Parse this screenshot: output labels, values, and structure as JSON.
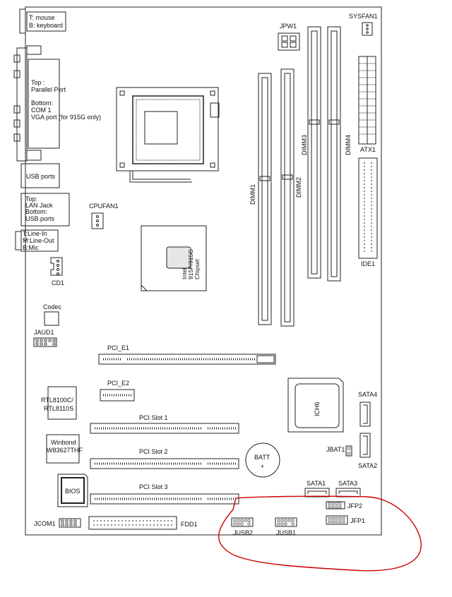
{
  "board_labels": {
    "mouse_keyboard_top": "T: mouse",
    "mouse_keyboard_bottom": "B: keyboard",
    "parallel_top": "Top :",
    "parallel_port": "Parallel Port",
    "parallel_bottom": "Bottom:",
    "com1": "COM 1",
    "vga": "VGA port (for 915G only)",
    "usb_ports": "USB ports",
    "lan_top": "Top:",
    "lan_jack": "LAN Jack",
    "lan_bottom": "Bottom:",
    "lan_usb": "USB ports",
    "audio_in": "T:Line-In",
    "audio_out": "M:Line-Out",
    "audio_mic": "B:Mic",
    "cd1": "CD1",
    "codec": "Codec",
    "jaud1": "JAUD1",
    "rtl_line1": "RTL8100C/",
    "rtl_line2": "RTL8110S",
    "winbond_line1": "Winbond",
    "winbond_line2": "W83627THF",
    "bios": "BIOS",
    "jcom1": "JCOM1",
    "fdd1": "FDD1",
    "cpufan1": "CPUFAN1",
    "chipset_line1": "Intel",
    "chipset_line2": "915P/915G",
    "chipset_line3": "Chipset",
    "jpw1": "JPW1",
    "sysfan1": "SYSFAN1",
    "atx1": "ATX1",
    "ide1": "IDE1",
    "dimm1": "DIMM1",
    "dimm2": "DIMM2",
    "dimm3": "DIMM3",
    "dimm4": "DIMM4",
    "pci_e1": "PCI_E1",
    "pci_e2": "PCI_E2",
    "pci_slot1": "PCI  Slot 1",
    "pci_slot2": "PCI  Slot 2",
    "pci_slot3": "PCI  Slot 3",
    "batt": "BATT",
    "batt_plus": "+",
    "ich6": "ICH6",
    "sata4": "SATA4",
    "jbat1": "JBAT1",
    "sata2": "SATA2",
    "sata1": "SATA1",
    "sata3": "SATA3",
    "jfp2": "JFP2",
    "jfp1": "JFP1",
    "jusb2": "JUSB2",
    "jusb1": "JUSB1"
  },
  "colors": {
    "line": "#222222",
    "highlight": "#cc0000",
    "chip_fill": "#e6e6e6"
  }
}
